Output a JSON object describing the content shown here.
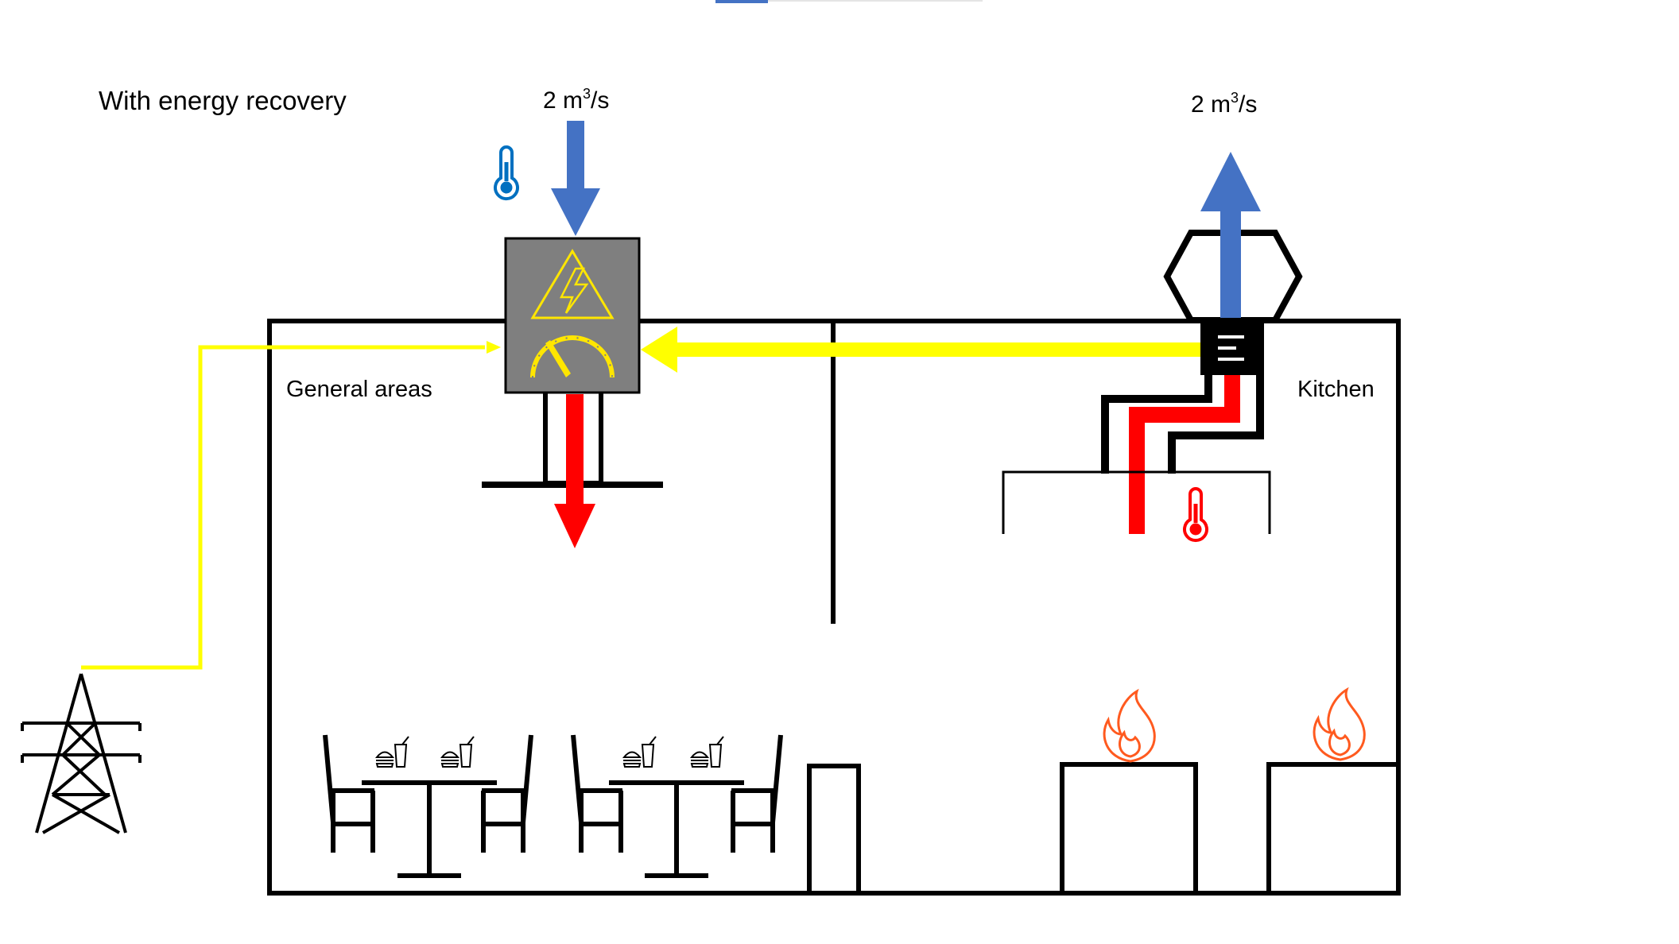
{
  "title": "With energy recovery",
  "supply_flow": {
    "number": "2 m",
    "sup": "3",
    "unit": "/s"
  },
  "exhaust_flow": {
    "number": "2 m",
    "sup": "3",
    "unit": "/s"
  },
  "rooms": {
    "left": "General areas",
    "right": "Kitchen"
  },
  "colors": {
    "cold_air": "#4472c4",
    "hot_air": "#ff0000",
    "energy": "#ffff00",
    "unit_body": "#7f7f7f",
    "unit_symbol": "#ffe600",
    "thermometer_cold": "#0070c0",
    "thermometer_hot": "#ff0000",
    "flame": "#ff5a1f",
    "outline": "#000000",
    "top_bar": "#4472c4"
  },
  "icons": {
    "supply_thermometer": "thermometer-cold-icon",
    "kitchen_thermometer": "thermometer-hot-icon",
    "electricity": "high-voltage-icon",
    "gauge": "gauge-icon",
    "pylon": "electricity-pylon-icon",
    "fan": "exhaust-fan-icon",
    "flame": "flame-icon",
    "food": "burger-drink-icon"
  }
}
